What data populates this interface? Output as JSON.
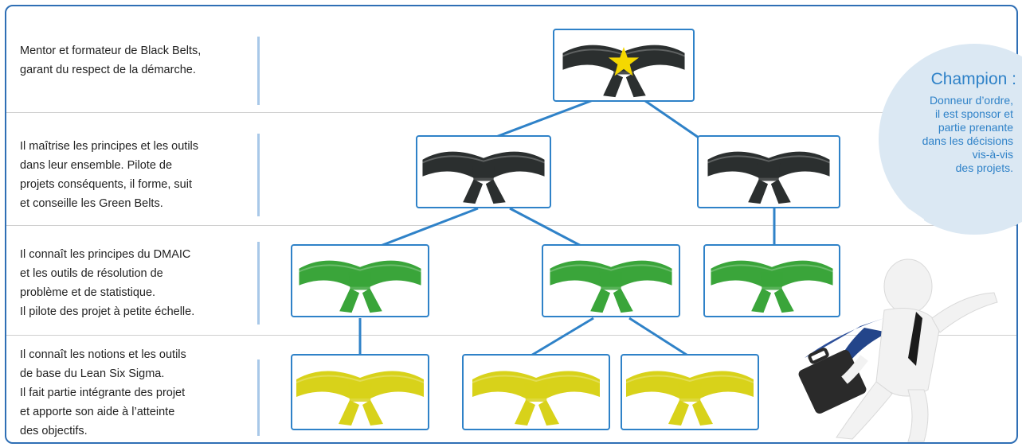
{
  "levels": [
    {
      "description": "Mentor et formateur de Black Belts,\ngarant du respect de la démarche."
    },
    {
      "description": "Il maîtrise les principes et les outils\ndans leur ensemble. Pilote de\nprojets conséquents, il forme, suit\net conseille les Green Belts."
    },
    {
      "description": "Il connaît les principes du DMAIC\net les outils de résolution de\nproblème et de statistique.\nIl pilote des projet à petite échelle."
    },
    {
      "description": "Il connaît les notions et les outils\nde base du Lean Six Sigma.\nIl fait partie intégrante des projet\net apporte son aide à l’atteinte\ndes objectifs."
    }
  ],
  "champion": {
    "title": "Champion :",
    "text": "Donneur d’ordre,\nil est sponsor et\npartie prenante\ndans les décisions\nvis-à-vis\ndes projets."
  },
  "colors": {
    "frame": "#2f6fb5",
    "connector": "#2f82c8",
    "black_belt": "#2b2f2f",
    "green_belt": "#3aa53a",
    "yellow_belt": "#d8d21a",
    "star": "#f5d800",
    "champion_bubble": "#dbe8f3"
  }
}
